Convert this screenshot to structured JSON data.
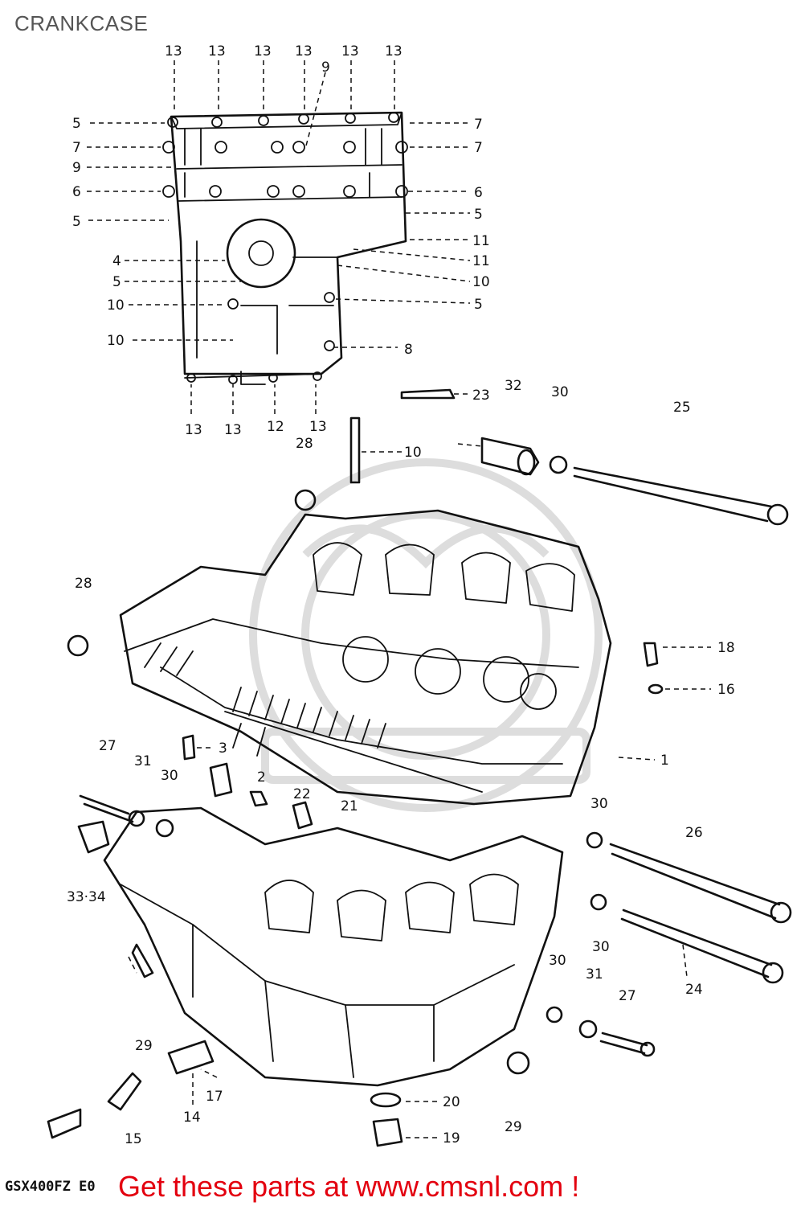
{
  "page": {
    "title": "CRANKCASE"
  },
  "diagram": {
    "top_callouts": [
      "13",
      "13",
      "13",
      "13",
      "13",
      "13",
      "9"
    ],
    "left_callouts": [
      "5",
      "7",
      "9",
      "6",
      "5",
      "4",
      "5",
      "10",
      "10"
    ],
    "right_callouts": [
      "7",
      "7",
      "6",
      "5",
      "11",
      "11",
      "10",
      "5",
      "8"
    ],
    "bottom_callouts": [
      "13",
      "13",
      "12",
      "13"
    ],
    "lower_callouts": [
      "23",
      "32",
      "30",
      "25",
      "10",
      "28",
      "28",
      "18",
      "16",
      "1",
      "27",
      "31",
      "30",
      "3",
      "2",
      "22",
      "21",
      "30",
      "26",
      "33·34",
      "30",
      "30",
      "31",
      "27",
      "24",
      "29",
      "17",
      "14",
      "15",
      "20",
      "19",
      "29"
    ]
  },
  "footer": {
    "model_code": "GSX400FZ E0",
    "cta": "Get these parts at www.cmsnl.com !"
  }
}
